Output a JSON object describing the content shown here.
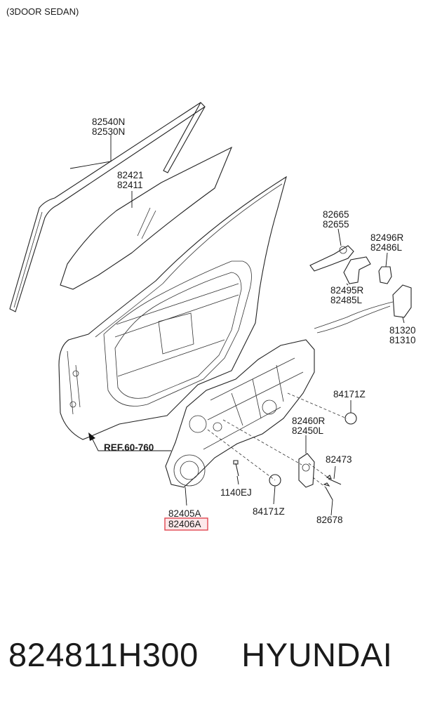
{
  "caption": "(3DOOR SEDAN)",
  "labels": {
    "l82540N": "82540N",
    "l82530N": "82530N",
    "l82421": "82421",
    "l82411": "82411",
    "l82665": "82665",
    "l82655": "82655",
    "l82496R": "82496R",
    "l82486L": "82486L",
    "l82495R": "82495R",
    "l82485L": "82485L",
    "l81320": "81320",
    "l81310": "81310",
    "lRef": "REF.60-760",
    "l84171Za": "84171Z",
    "l82460R": "82460R",
    "l82450L": "82450L",
    "l82473": "82473",
    "l1140EJ": "1140EJ",
    "l84171Zb": "84171Z",
    "l82405A": "82405A",
    "l82406A": "82406A",
    "l82678": "82678"
  },
  "highlight_color": "#e0454f",
  "footer": {
    "part_number": "824811H300",
    "brand": "HYUNDAI"
  }
}
